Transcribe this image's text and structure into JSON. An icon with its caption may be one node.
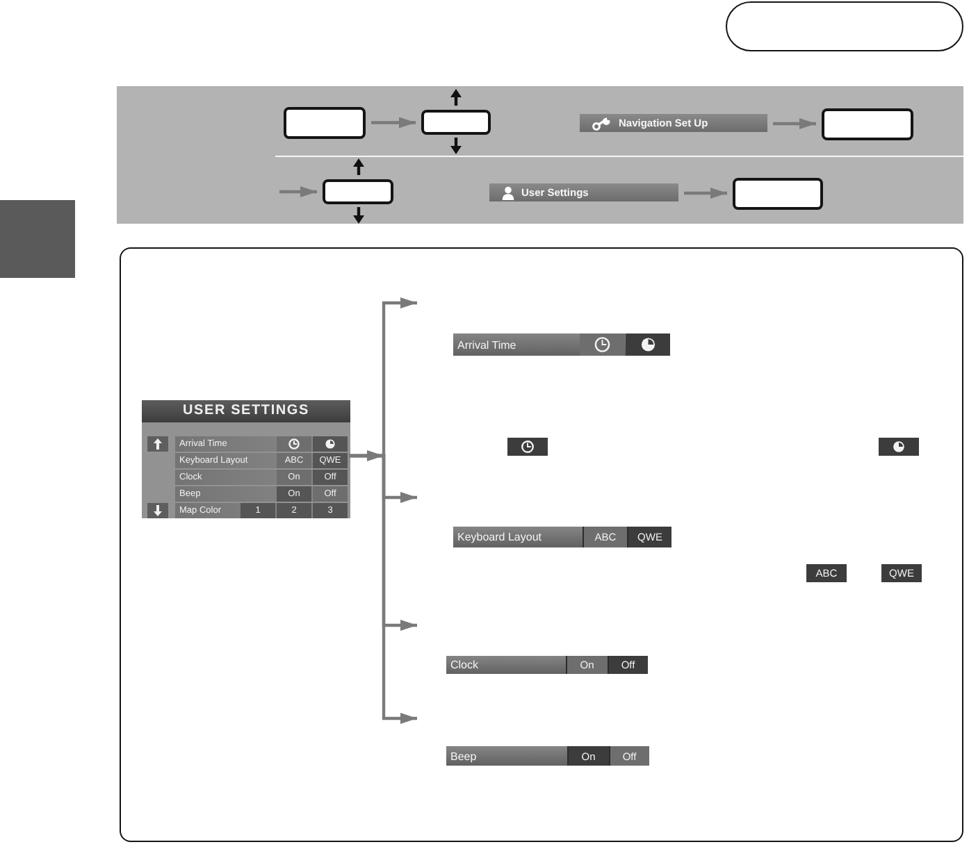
{
  "diagram": {
    "nodes": [
      {
        "text": [],
        "shape": "box"
      },
      {
        "text": [],
        "shape": "band"
      },
      {
        "text": [],
        "shape": "box",
        "in": 1
      },
      {
        "text": [],
        "shape": "box",
        "in": 1
      },
      {
        "text": [
          "Navigation Set Up"
        ],
        "in": 1
      },
      {
        "text": [],
        "shape": "box",
        "in": 1
      },
      {
        "text": [],
        "shape": "box",
        "in": 1
      },
      {
        "text": [
          "User Settings"
        ],
        "in": 1
      },
      {
        "text": [],
        "shape": "box",
        "in": 1
      },
      {
        "text": [],
        "shape": "box"
      },
      {
        "text": [
          "USER SETTINGS",
          "Arrival Time",
          "Keyboard Layout",
          "ABC",
          "QWE",
          "Clock",
          "On",
          "Off",
          "Beep",
          "On",
          "Off",
          "Map Color",
          "1",
          "2",
          "3"
        ],
        "in": 9
      },
      {
        "text": [
          "Arrival Time"
        ],
        "in": 9
      },
      {
        "text": [
          "Keyboard Layout",
          "ABC",
          "QWE"
        ],
        "in": 9
      },
      {
        "text": [
          "ABC"
        ],
        "in": 9
      },
      {
        "text": [
          "QWE"
        ],
        "in": 9
      },
      {
        "text": [
          "Clock",
          "On",
          "Off"
        ],
        "in": 9
      },
      {
        "text": [
          "Beep",
          "On",
          "Off"
        ],
        "in": 9
      }
    ],
    "edges": [
      {
        "from": 2,
        "to": 3,
        "arrow": "to"
      },
      {
        "from": 4,
        "to": 5,
        "arrow": "to"
      },
      {
        "from": null,
        "to": 6,
        "arrow": "to"
      },
      {
        "from": 7,
        "to": 8,
        "arrow": "to"
      },
      {
        "from": 10,
        "to": null,
        "arrow": "to"
      },
      {
        "from": 10,
        "to": null,
        "arrow": "to"
      },
      {
        "from": 10,
        "to": null,
        "arrow": "to"
      },
      {
        "from": 10,
        "to": null,
        "arrow": "to"
      }
    ]
  }
}
